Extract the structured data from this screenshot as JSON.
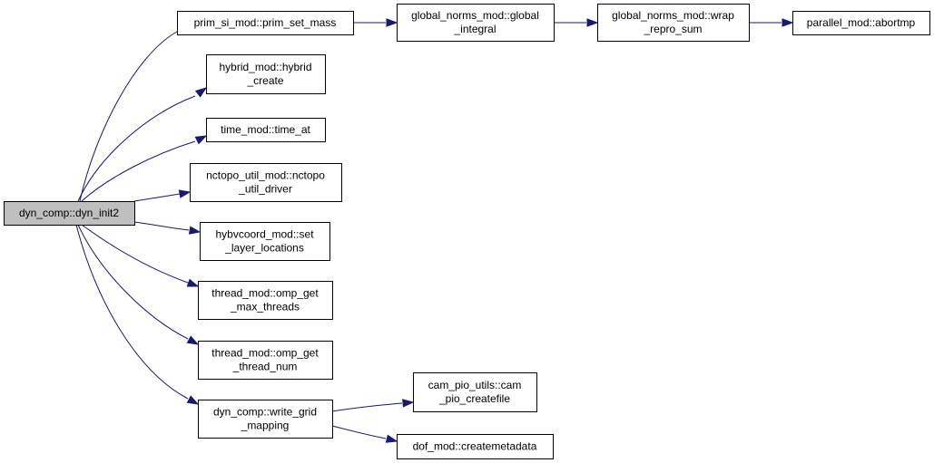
{
  "graph": {
    "nodes": [
      {
        "id": "dyn_init2",
        "lines": [
          "dyn_comp::dyn_init2"
        ],
        "root": true
      },
      {
        "id": "prim_set_mass",
        "lines": [
          "prim_si_mod::prim_set_mass"
        ]
      },
      {
        "id": "global_integral",
        "lines": [
          "global_norms_mod::global",
          "_integral"
        ]
      },
      {
        "id": "wrap_repro_sum",
        "lines": [
          "global_norms_mod::wrap",
          "_repro_sum"
        ]
      },
      {
        "id": "abortmp",
        "lines": [
          "parallel_mod::abortmp"
        ]
      },
      {
        "id": "hybrid_create",
        "lines": [
          "hybrid_mod::hybrid",
          "_create"
        ]
      },
      {
        "id": "time_at",
        "lines": [
          "time_mod::time_at"
        ]
      },
      {
        "id": "nctopo_util_driver",
        "lines": [
          "nctopo_util_mod::nctopo",
          "_util_driver"
        ]
      },
      {
        "id": "set_layer_locations",
        "lines": [
          "hybvcoord_mod::set",
          "_layer_locations"
        ]
      },
      {
        "id": "omp_get_max_threads",
        "lines": [
          "thread_mod::omp_get",
          "_max_threads"
        ]
      },
      {
        "id": "omp_get_thread_num",
        "lines": [
          "thread_mod::omp_get",
          "_thread_num"
        ]
      },
      {
        "id": "write_grid_mapping",
        "lines": [
          "dyn_comp::write_grid",
          "_mapping"
        ]
      },
      {
        "id": "cam_pio_createfile",
        "lines": [
          "cam_pio_utils::cam",
          "_pio_createfile"
        ]
      },
      {
        "id": "createmetadata",
        "lines": [
          "dof_mod::createmetadata"
        ]
      }
    ],
    "edges": [
      {
        "from": "dyn_init2",
        "to": "prim_set_mass"
      },
      {
        "from": "dyn_init2",
        "to": "hybrid_create"
      },
      {
        "from": "dyn_init2",
        "to": "time_at"
      },
      {
        "from": "dyn_init2",
        "to": "nctopo_util_driver"
      },
      {
        "from": "dyn_init2",
        "to": "set_layer_locations"
      },
      {
        "from": "dyn_init2",
        "to": "omp_get_max_threads"
      },
      {
        "from": "dyn_init2",
        "to": "omp_get_thread_num"
      },
      {
        "from": "dyn_init2",
        "to": "write_grid_mapping"
      },
      {
        "from": "prim_set_mass",
        "to": "global_integral"
      },
      {
        "from": "global_integral",
        "to": "wrap_repro_sum"
      },
      {
        "from": "wrap_repro_sum",
        "to": "abortmp"
      },
      {
        "from": "write_grid_mapping",
        "to": "cam_pio_createfile"
      },
      {
        "from": "write_grid_mapping",
        "to": "createmetadata"
      }
    ],
    "colors": {
      "edge": "#191970",
      "node_border": "#000000",
      "root_fill": "#bfbfbf",
      "node_fill": "#ffffff"
    }
  }
}
